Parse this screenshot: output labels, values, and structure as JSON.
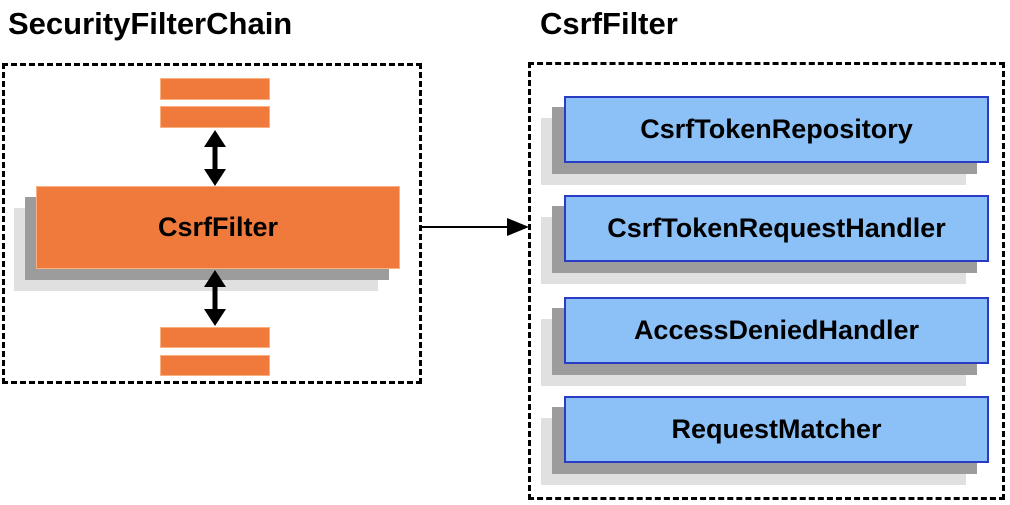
{
  "titles": {
    "left": "SecurityFilterChain",
    "right": "CsrfFilter"
  },
  "security_filter_chain_panel": {
    "csrf_filter_label": "CsrfFilter",
    "placeholder_bars": 4
  },
  "csrf_filter_panel": {
    "components": [
      {
        "label": "CsrfTokenRepository"
      },
      {
        "label": "CsrfTokenRequestHandler"
      },
      {
        "label": "AccessDeniedHandler"
      },
      {
        "label": "RequestMatcher"
      }
    ]
  },
  "icons": {
    "double_arrow": "vertical double-headed arrow",
    "reference_arrow": "right-pointing arrow"
  },
  "colors": {
    "page_bg": "#ffffff",
    "filter_orange": "#F0793C",
    "component_blue_fill": "#8BC1F7",
    "component_blue_border": "#2B3CC4",
    "shadow_dark": "#9C9C9C",
    "shadow_light": "#E0E0E0",
    "arrow_black": "#000000",
    "title_text": "#000000"
  }
}
